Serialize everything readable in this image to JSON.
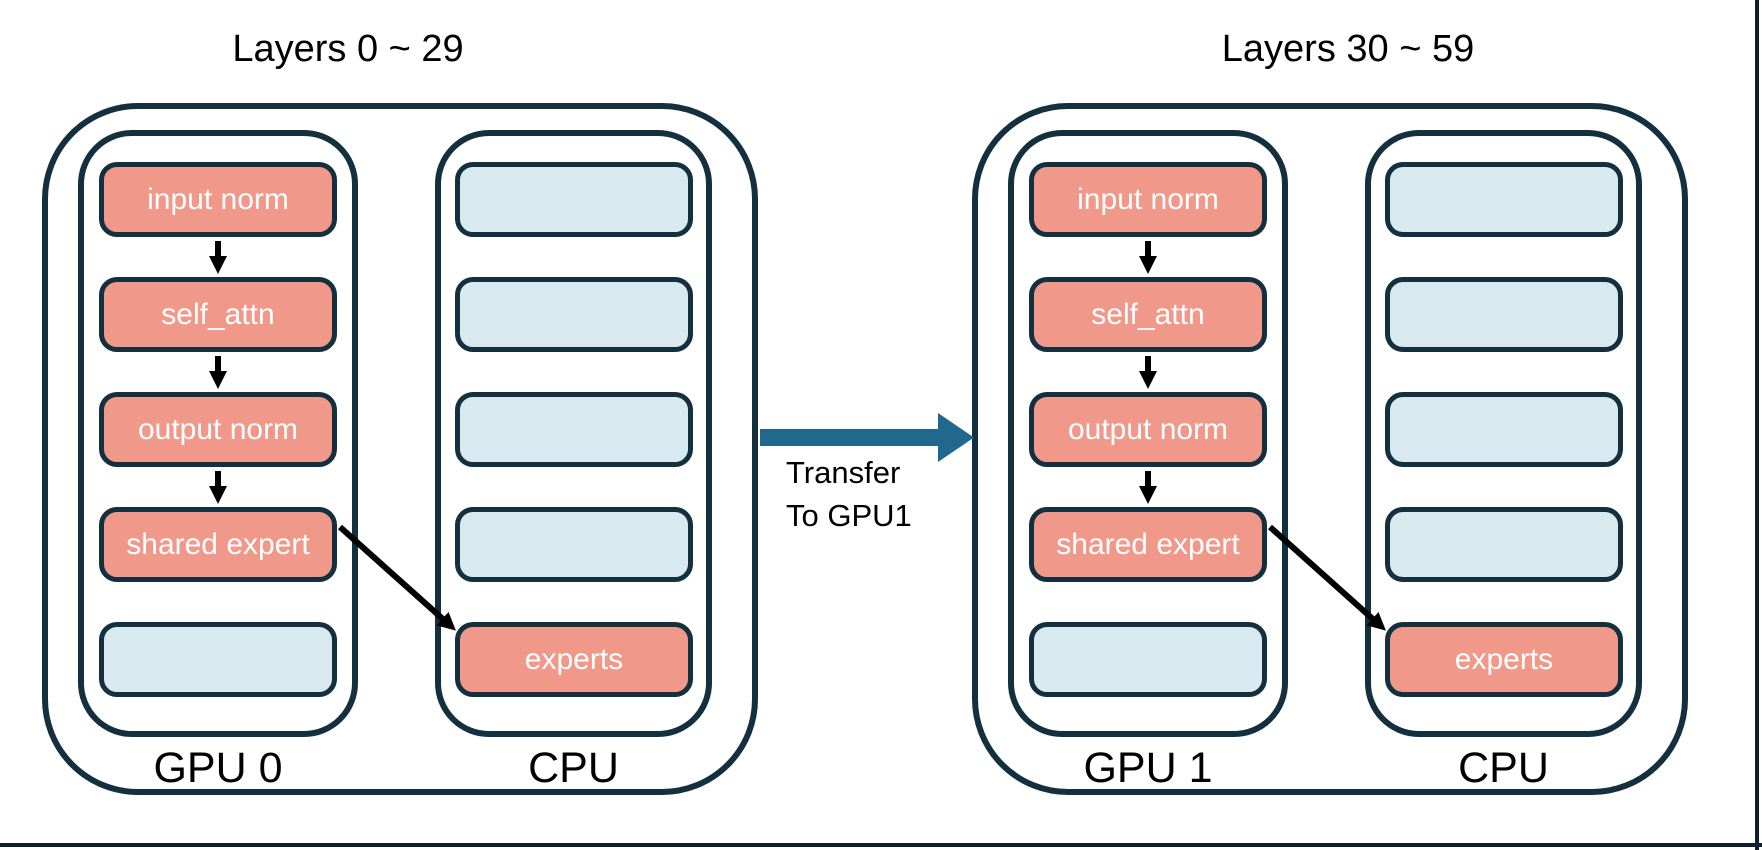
{
  "colors": {
    "border": "#14303E",
    "active-fill": "#F0998A",
    "empty-fill": "#D8EAF0",
    "transfer-fill": "#20688C",
    "ink": "#000000",
    "box-text": "#FFFFFF",
    "frame": "#10202B"
  },
  "groups": [
    {
      "title": "Layers 0 ~ 29",
      "gpu": {
        "label": "GPU 0",
        "boxes": [
          {
            "label": "input norm",
            "kind": "active"
          },
          {
            "label": "self_attn",
            "kind": "active"
          },
          {
            "label": "output norm",
            "kind": "active"
          },
          {
            "label": "shared expert",
            "kind": "active"
          },
          {
            "label": "",
            "kind": "empty"
          }
        ]
      },
      "cpu": {
        "label": "CPU",
        "boxes": [
          {
            "label": "",
            "kind": "empty"
          },
          {
            "label": "",
            "kind": "empty"
          },
          {
            "label": "",
            "kind": "empty"
          },
          {
            "label": "",
            "kind": "empty"
          },
          {
            "label": "experts",
            "kind": "active"
          }
        ]
      }
    },
    {
      "title": "Layers 30 ~ 59",
      "gpu": {
        "label": "GPU 1",
        "boxes": [
          {
            "label": "input norm",
            "kind": "active"
          },
          {
            "label": "self_attn",
            "kind": "active"
          },
          {
            "label": "output norm",
            "kind": "active"
          },
          {
            "label": "shared expert",
            "kind": "active"
          },
          {
            "label": "",
            "kind": "empty"
          }
        ]
      },
      "cpu": {
        "label": "CPU",
        "boxes": [
          {
            "label": "",
            "kind": "empty"
          },
          {
            "label": "",
            "kind": "empty"
          },
          {
            "label": "",
            "kind": "empty"
          },
          {
            "label": "",
            "kind": "empty"
          },
          {
            "label": "experts",
            "kind": "active"
          }
        ]
      }
    }
  ],
  "transfer": {
    "line1": "Transfer",
    "line2": "To GPU1"
  }
}
